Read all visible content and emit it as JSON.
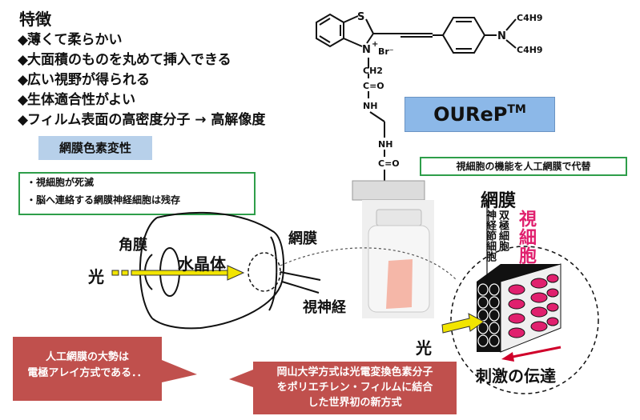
{
  "features": {
    "heading": "特徴",
    "items": [
      "薄くて柔らかい",
      "大面積のものを丸めて挿入できる",
      "広い視野が得られる",
      "生体適合性がよい",
      "フィルム表面の高密度分子 → 高解像度"
    ]
  },
  "retinitis": {
    "label": "網膜色素変性",
    "points": [
      "・視細胞が死滅",
      "・脳へ連絡する網膜神経細胞は残存"
    ]
  },
  "molecule": {
    "atom_s": "S",
    "atom_n_ring": "N",
    "charge": "+",
    "counter_ion": "Br⁻",
    "ch2": "CH2",
    "c_o_1": "C=O",
    "nh_1": "NH",
    "nh_2": "NH",
    "c_o_2": "C=O",
    "atom_n_amine": "N",
    "butyl_1": "C4H9",
    "butyl_2": "C4H9"
  },
  "product": {
    "name": "OUReP",
    "trademark": "TM"
  },
  "replace_note": "視細胞の機能を人工網膜で代替",
  "eye": {
    "cornea": "角膜",
    "lens": "水晶体",
    "retina": "網膜",
    "optic_nerve": "視神経",
    "light": "光"
  },
  "retina_detail": {
    "title": "網膜",
    "neuron_col1": "神経節細胞",
    "neuron_col2": "双極細胞",
    "photoreceptor": "視細胞",
    "light": "光",
    "signal": "刺激の伝達"
  },
  "callouts": {
    "trend": [
      "人工網膜の大勢は",
      "電極アレイ方式である．．"
    ],
    "okayama": [
      "岡山大学方式は光電変換色素分子",
      "をポリエチレン・フィルムに結合",
      "した世界初の新方式"
    ]
  },
  "colors": {
    "green_border": "#2e9e4a",
    "blue_label": "#b7d0ea",
    "blue_product": "#8cb8e8",
    "red_box": "#c0504d",
    "arrow_yellow": "#f2e500",
    "magenta": "#e0206e"
  }
}
